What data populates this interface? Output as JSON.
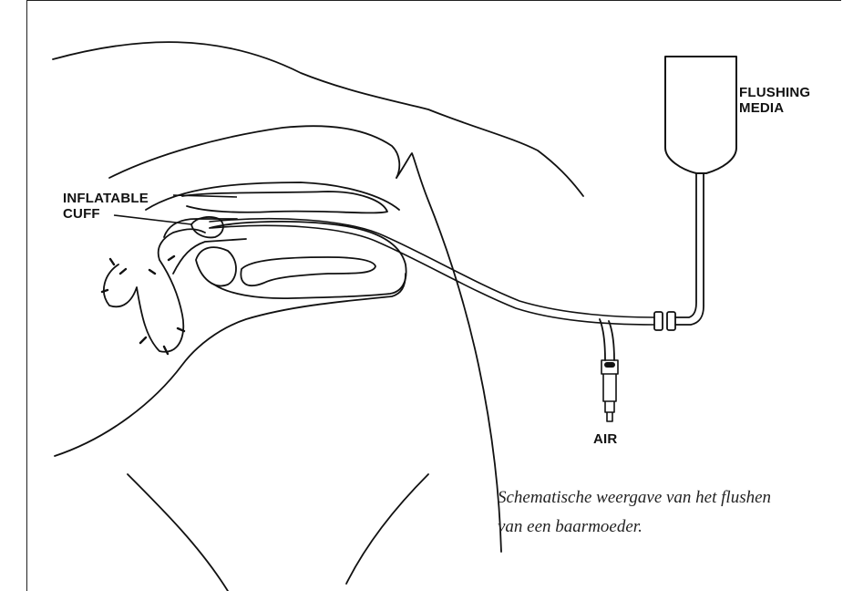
{
  "labels": {
    "flushing_media_line1": "FLUSHING",
    "flushing_media_line2": "MEDIA",
    "inflatable_cuff_line1": "INFLATABLE",
    "inflatable_cuff_line2": "CUFF",
    "air": "AIR"
  },
  "caption": {
    "line1": "Schematische weergave van het flushen",
    "line2": "van een baarmoeder."
  }
}
